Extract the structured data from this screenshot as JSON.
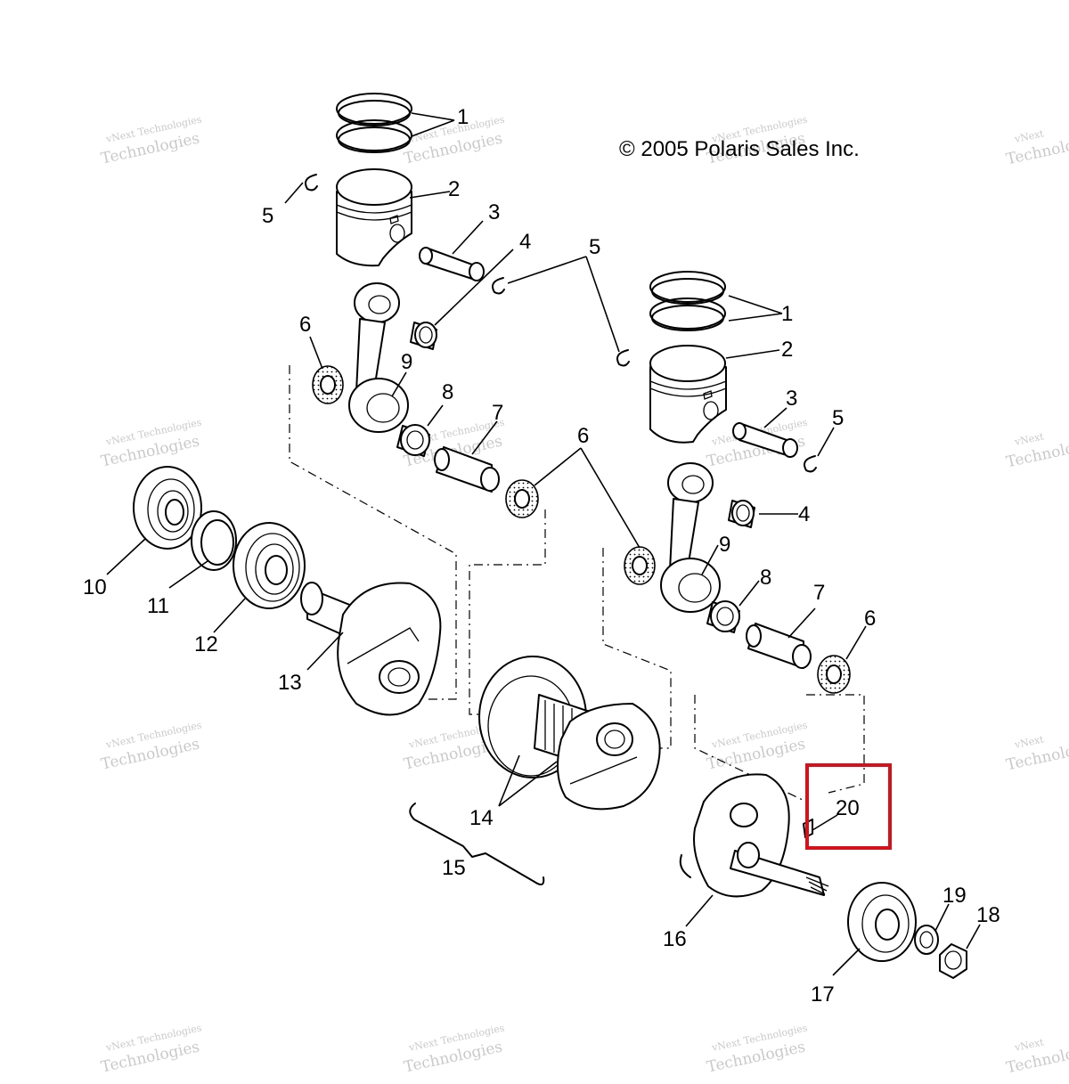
{
  "copyright": "© 2005 Polaris Sales Inc.",
  "watermark": {
    "line1": "vNext Technologies",
    "line2": "Technologies",
    "line3": "vNext"
  },
  "callouts": {
    "c1a": "1",
    "c2a": "2",
    "c3a": "3",
    "c4a": "4",
    "c5a": "5",
    "c5b": "5",
    "c6a": "6",
    "c9a": "9",
    "c8a": "8",
    "c7a": "7",
    "c6b": "6",
    "c1b": "1",
    "c2b": "2",
    "c3b": "3",
    "c5c": "5",
    "c4b": "4",
    "c9b": "9",
    "c8b": "8",
    "c7b": "7",
    "c6c": "6",
    "c10": "10",
    "c11": "11",
    "c12": "12",
    "c13": "13",
    "c14": "14",
    "c15": "15",
    "c16": "16",
    "c17": "17",
    "c18": "18",
    "c19": "19",
    "c20": "20"
  },
  "highlight": {
    "label": "20",
    "color": "#d8101a"
  }
}
